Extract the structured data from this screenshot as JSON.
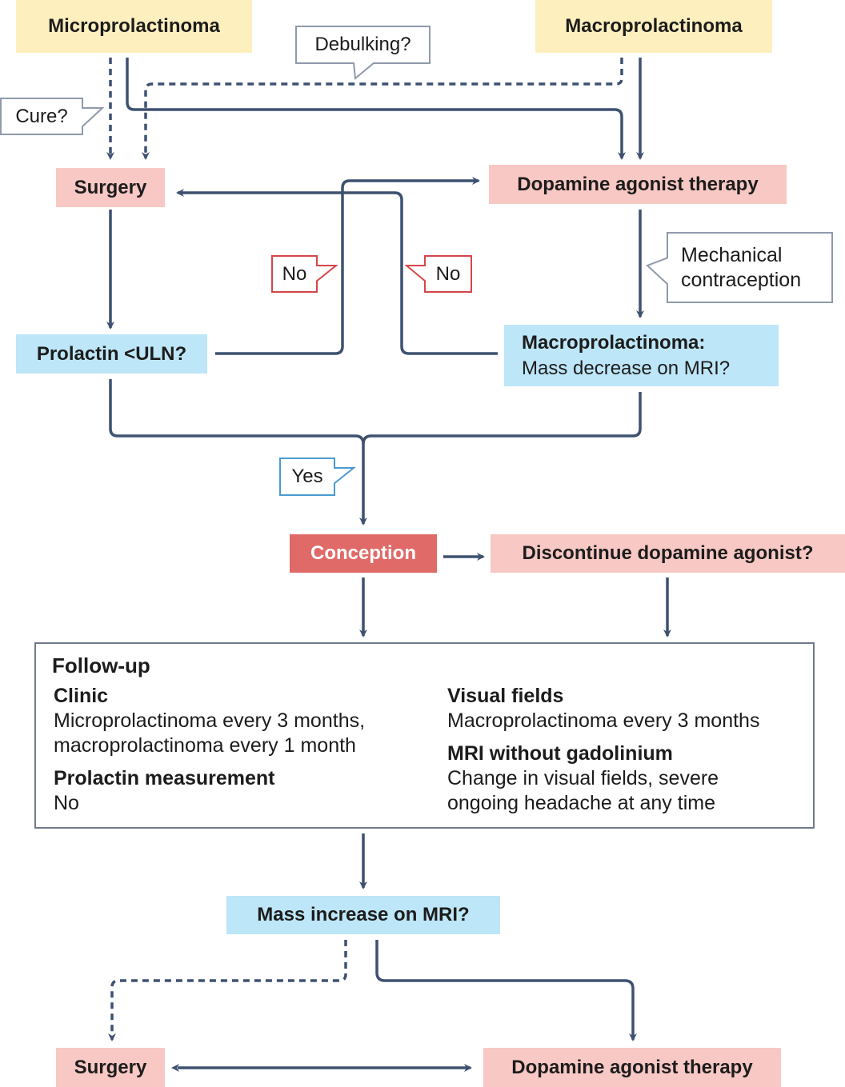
{
  "nodes": {
    "microprolactinoma": "Microprolactinoma",
    "macroprolactinoma": "Macroprolactinoma",
    "surgery_top": "Surgery",
    "dopamine_top": "Dopamine agonist therapy",
    "prolactin_uln": "Prolactin <ULN?",
    "macro_check_title": "Macroprolactinoma:",
    "macro_check_text": "Mass decrease on MRI?",
    "conception": "Conception",
    "discontinue": "Discontinue dopamine agonist?",
    "mass_increase": "Mass increase on MRI?",
    "surgery_bottom": "Surgery",
    "dopamine_bottom": "Dopamine agonist therapy"
  },
  "callouts": {
    "cure": "Cure?",
    "debulking": "Debulking?",
    "mechanical_1": "Mechanical",
    "mechanical_2": "contraception",
    "no_left": "No",
    "no_right": "No",
    "yes": "Yes"
  },
  "followup": {
    "title": "Follow-up",
    "clinic_heading": "Clinic",
    "clinic_line1": "Microprolactinoma every 3 months,",
    "clinic_line2": "macroprolactinoma every 1 month",
    "prolactin_heading": "Prolactin measurement",
    "prolactin_value": "No",
    "visual_heading": "Visual fields",
    "visual_value": "Macroprolactinoma every 3 months",
    "mri_heading": "MRI without gadolinium",
    "mri_line1": "Change in visual fields, severe",
    "mri_line2": "ongoing headache at any time"
  },
  "colors": {
    "line": "#3e5170",
    "yellow": "#fdefbe",
    "pink": "#f8c8c4",
    "blue": "#bde6f8",
    "red": "#e06a68"
  }
}
